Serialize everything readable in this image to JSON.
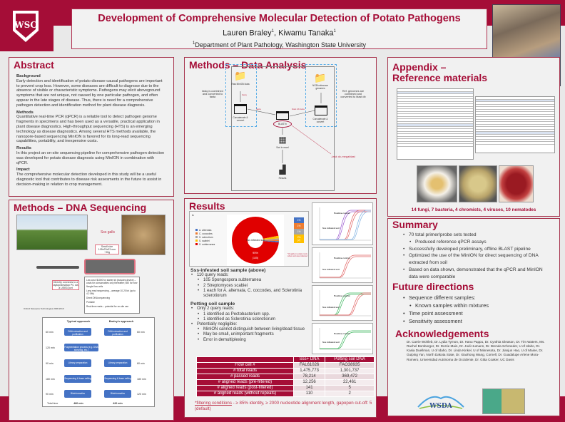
{
  "header": {
    "title": "Development of Comprehensive Molecular Detection of Potato Pathogens",
    "authors": "Lauren Braley",
    "authors2": ", Kiwamu Tanaka",
    "sup": "1",
    "affiliation": "Department of Plant Pathology, Washington State University",
    "logo": "WSU"
  },
  "abstract": {
    "title": "Abstract",
    "sections": [
      {
        "heading": "Background",
        "text": "Early detection and identification of potato disease causal pathogens are important to prevent crop loss. However, some diseases are difficult to diagnose due to the absence of visible or characteristic symptoms. Pathogens may elicit aboveground symptoms that are not unique, not caused by one particular pathogen, and often appear in the late stages of disease. Thus, there is need for a comprehensive pathogen detection and identification method for plant disease diagnosis."
      },
      {
        "heading": "Methods",
        "text": "Quantitative real-time PCR (qPCR) is a reliable tool to detect pathogen genome fragments in specimens and has been used as a versatile, practical application in plant disease diagnostics. High-throughput sequencing (HTS) is an emerging technology as disease diagnostics. Among several HTS methods available, the nanopore-based sequencing MinION is favored for its long-read sequencing capabilities, portability, and inexpensive costs."
      },
      {
        "heading": "Results",
        "text": "In this project an on-site sequencing pipeline for comprehensive pathogen detection was developed for potato disease diagnosis using MinION in combination with qPCR."
      },
      {
        "heading": "Impact",
        "text": "The comprehensive molecular detection developed in this study will be a useful diagnostic tool that contributes to disease risk assesments in the future to assist in decision-making in relation to crop management."
      }
    ]
  },
  "dna": {
    "title": "Methods – DNA Sequencing",
    "sss_galls": "Sss galls",
    "small_size": "Small size 105x23x33 mm ~90g",
    "connects": "Directly connects to a laptop/desktop PC via a USB3 port",
    "features": [
      "Low cost: $1000 for starter kit (includes device) – costs for consumables only thereafter; $90 for new flongle flow cells",
      "Long read sequencing – average 10-20 kb (up to 4.2 Mb)",
      "Direct DNA sequencing",
      "Portable",
      "Real-time reads – potential for on-site use"
    ],
    "credit": "Oxford Nanopore Technologies 2008-2019",
    "flow": {
      "typical": "Typical approach",
      "braley": "Braley's approach",
      "typical_steps": [
        {
          "t": "DNA extraction and purification",
          "time": "60 min"
        },
        {
          "t": "Fragmentation process (e.g. DNA shearing, etc.)",
          "time": "120 min"
        },
        {
          "t": "Library preparation",
          "time": "90 min"
        },
        {
          "t": "Sequencing & base calling",
          "time": "180 min"
        },
        {
          "t": "Bioinformatics",
          "time": "90 min"
        }
      ],
      "braley_steps": [
        {
          "t": "DNA extraction and purification",
          "time": "60 min"
        },
        {
          "t": "Library preparation",
          "time": "60 min"
        },
        {
          "t": "Sequencing & base calling",
          "time": "180 min"
        },
        {
          "t": "Bioinformatics",
          "time": "120 min"
        }
      ],
      "total_label": "Total time",
      "typical_total": "480 min",
      "braley_total": "420 min"
    }
  },
  "analysis": {
    "title": "Methods – Data Analysis",
    "raw": "Raw MinION data",
    "ncbi": "NCBI reference genomes",
    "concat": "Concatenate & convert",
    "blast": "BLASTn",
    "sort": "Sort in excel",
    "results": "Results",
    "left_note": "fastq is combined and converted to fasta",
    "right_note": "Ref. genomes are combined and converted to blast db",
    "fastq": "fastq",
    "fasta": "fasta",
    "blastdb": "blast db fasta",
    "task": "-task dc-megablast"
  },
  "results": {
    "title": "Results",
    "panel": "A",
    "pie_center": "Sss infested soil",
    "pie_main": "95%",
    "pie_main2": "(105)",
    "note": "*34 galls on potato roots where soil was collected",
    "pie": [
      {
        "name": "A. alternata",
        "value": 1,
        "label": "1%",
        "color": "#4472c4"
      },
      {
        "name": "C. coccodes",
        "value": 1,
        "label": "1%",
        "color": "#ed7d31"
      },
      {
        "name": "S. sclerotium",
        "value": 1,
        "label": "1%",
        "color": "#a5a5a5"
      },
      {
        "name": "S. scabiei",
        "value": 2,
        "label": "2%",
        "label2": "(2)",
        "color": "#ffc000"
      },
      {
        "name": "S. subterranea",
        "value": 105,
        "label": "95%",
        "color": "#e00000"
      }
    ],
    "sss_title": "Sss-infested soil sample (above)",
    "sss_items": [
      {
        "t": "110 query reads:",
        "sub": false
      },
      {
        "t": "105 Spongospora subterranea",
        "sub": true
      },
      {
        "t": "2 Streptomyces scabiei",
        "sub": true
      },
      {
        "t": "1 each for A. alternata, C. coccodes, and Sclerotinia sclerotiorum",
        "sub": true
      }
    ],
    "pot_title": "Potting soil sample",
    "pot_items": [
      {
        "t": "Only 2 query reads:",
        "sub": false
      },
      {
        "t": "1 identified as Pectobacterium spp.",
        "sub": true
      },
      {
        "t": "1 identified as Sclerotinia sclerotiorum",
        "sub": true
      },
      {
        "t": "Potentially negligible:",
        "sub": false
      },
      {
        "t": "MinION cannot distinguish between living/dead tissue",
        "sub": true
      },
      {
        "t": "May be small, unimportant fragments",
        "sub": true
      },
      {
        "t": "Error in demultiplexing",
        "sub": true
      }
    ],
    "chart_labels": {
      "pos": "Positive control",
      "sss": "Sss infested soil"
    },
    "table": {
      "headers": [
        "",
        "Sss+ DNA",
        "Potting soil DNA"
      ],
      "rows": [
        [
          "Flow cell #",
          "FAL61026",
          "FAO38935"
        ],
        [
          "# total reads",
          "1,475,773",
          "1,301,737"
        ],
        [
          "# passed reads",
          "78,214",
          "369,472"
        ],
        [
          "# aligned reads (pre-filtered)",
          "12,256",
          "22,461"
        ],
        [
          "# aligned reads (post-filtered)",
          "141",
          "5"
        ],
        [
          "# aligned reads (without repeats)",
          "110",
          "2"
        ]
      ]
    },
    "filter_label": "*filtering conditions",
    "filter_text": " - ≥ 85% identity, ≥ 2000 nucleotide alignment length, gapopen cut-off: 5 (default)"
  },
  "appendix": {
    "title1": "Appendix –",
    "title2": "Reference materials",
    "counts": "14 fungi, 7 bacteria, 4 chromists, 4 viruses, 10 nematodes"
  },
  "summary": {
    "title": "Summary",
    "items": [
      {
        "t": "70 total primer/probe sets tested",
        "sub": false
      },
      {
        "t": "Produced reference qPCR assays",
        "sub": true
      },
      {
        "t": "Successfully developed preliminary, offline BLAST pipeline",
        "sub": false
      },
      {
        "t": "Optimized the use of the MinION for direct sequencing of DNA extracted from soil",
        "sub": false
      },
      {
        "t": "Based on data shown, demonstrated that the qPCR and MinION data were comparable",
        "sub": false
      }
    ]
  },
  "future": {
    "title": "Future directions",
    "items": [
      {
        "t": "Sequence different samples:",
        "sub": false
      },
      {
        "t": "Known samples within mixtures",
        "sub": true
      },
      {
        "t": "Time point assessment",
        "sub": false
      },
      {
        "t": "Sensitivity assessment",
        "sub": false
      }
    ]
  },
  "ack": {
    "title": "Acknowledgements",
    "text": "Dr. Carrie Wohleb, Dr. Lydia Tymon, Dr. Hanu Pappu, Dr. Cynthia Gleason, Dr. Tim Waters, Ms. Rachel Bomberger, Dr. Dorrie Main, Dr. Jodi Humann, Dr. Brenda Schroeder, U of Idaho, Dr. Kasia Duellman, U of Idaho, Dr. Linda Kinkel, U of Minnesota, Dr. Jianjun Hao, U of Maine, Dr. Guiping Yan, North Dakota State, Dr. Xiaohong Wang, Cornell, Dr. Guadalupe Arlene Mora-Romero, Universidad Autónoma de Occidente, Dr. Gitta Coaker, UC Davis",
    "wsda": "WSDA"
  }
}
